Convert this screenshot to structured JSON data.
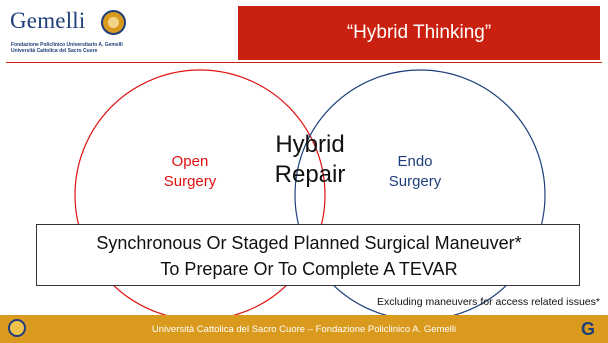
{
  "header": {
    "logo_word": "Gemelli",
    "logo_subtitle_line1": "Fondazione Policlinico Universitario A. Gemelli",
    "logo_subtitle_line2": "Università Cattolica del Sacro Cuore",
    "title": "“Hybrid Thinking”"
  },
  "diagram": {
    "left_label_line1": "Open",
    "left_label_line2": "Surgery",
    "right_label_line1": "Endo",
    "right_label_line2": "Surgery",
    "center_line1": "Hybrid",
    "center_line2": "Repair",
    "colors": {
      "left": "#e01010",
      "right": "#1f3f7a"
    }
  },
  "definition": {
    "line1": "Synchronous Or Staged Planned Surgical Maneuver*",
    "line2": "To Prepare Or To Complete A TEVAR"
  },
  "note": "Excluding maneuvers for access related issues*",
  "footer": {
    "text": "Università Cattolica del Sacro Cuore – Fondazione Policlinico A. Gemelli"
  }
}
